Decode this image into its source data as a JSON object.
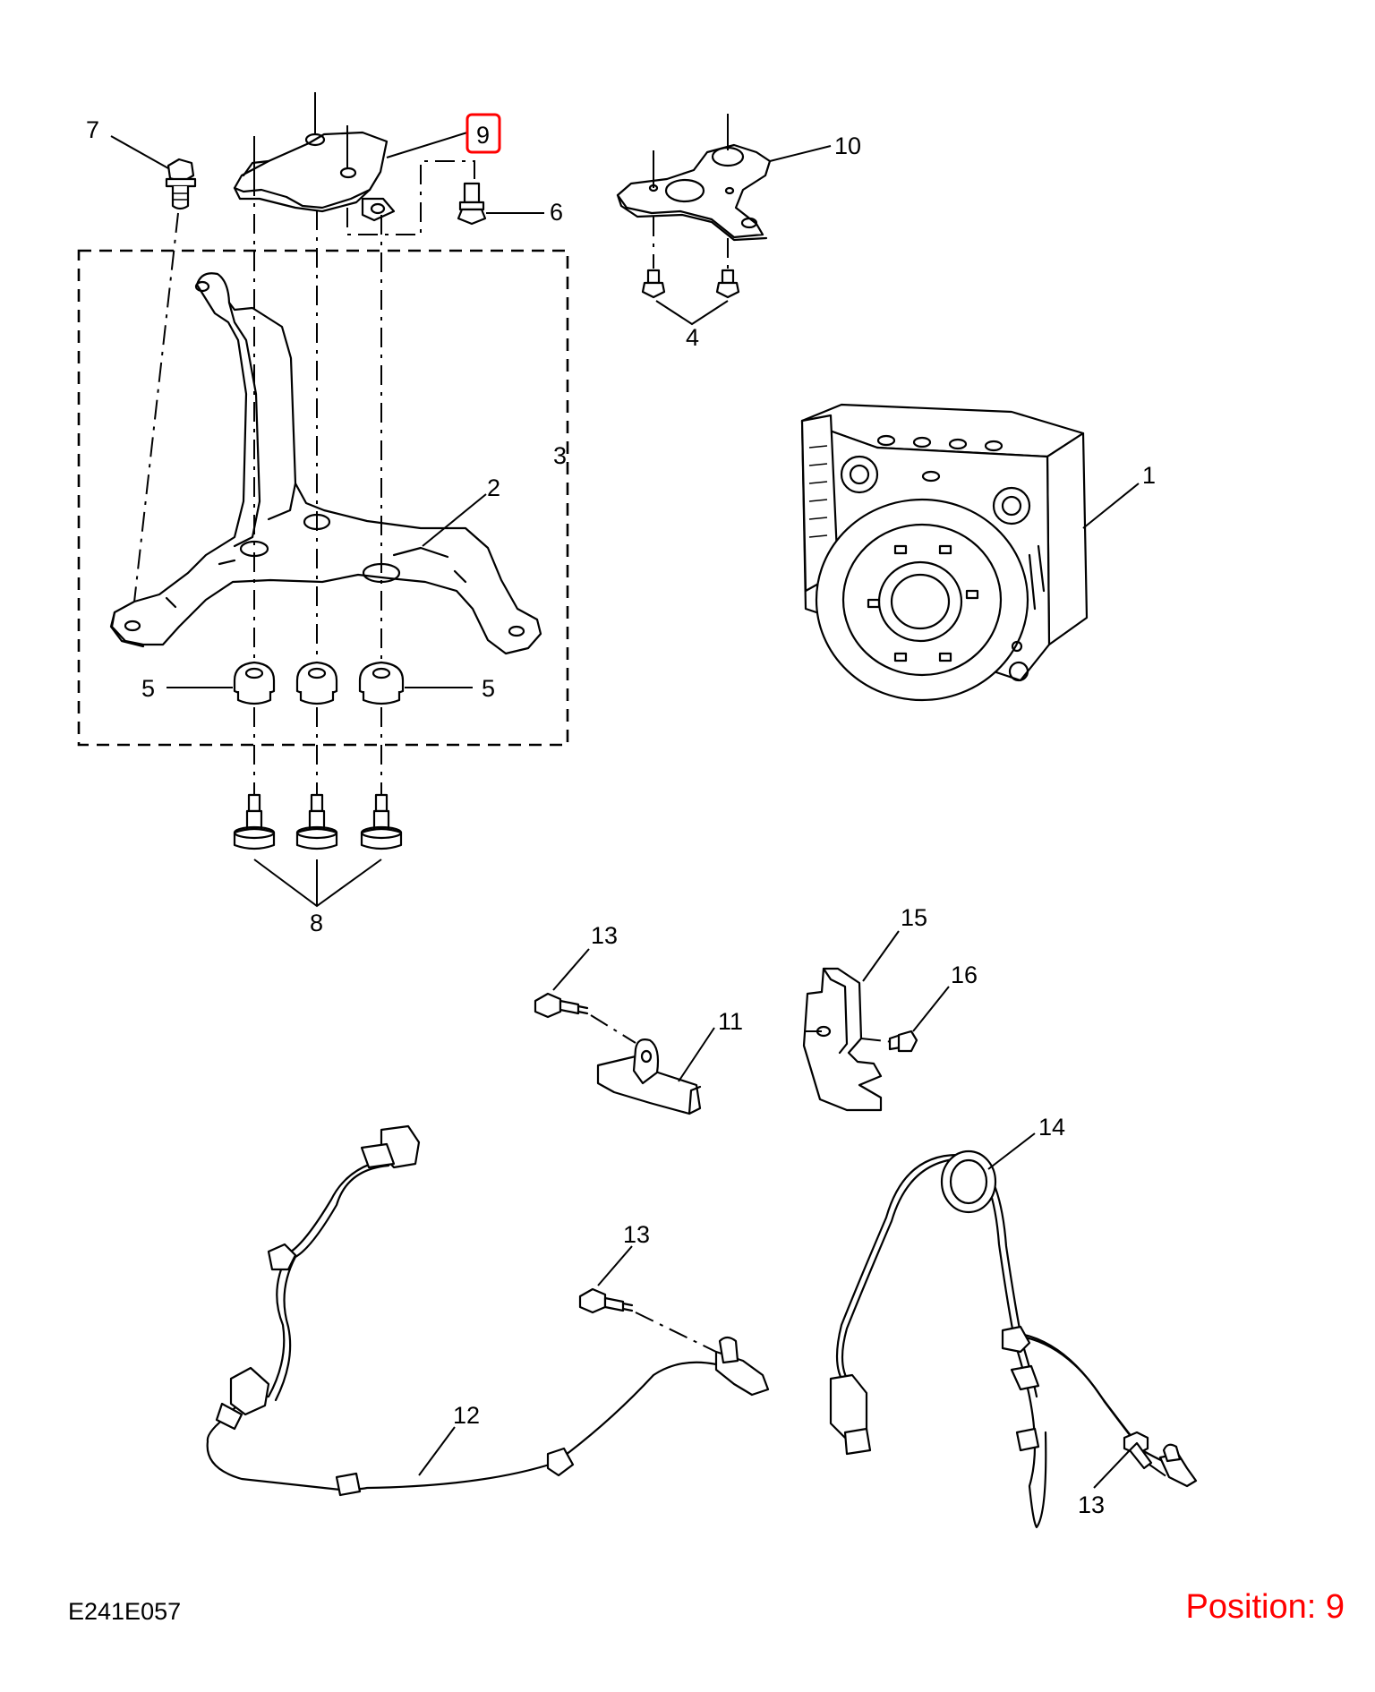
{
  "diagram": {
    "reference_code": "E241E057",
    "position_text": "Position: 9",
    "highlighted_callout": "9",
    "highlight_color": "#ff0000",
    "callouts": [
      {
        "id": "c1",
        "label": "1"
      },
      {
        "id": "c2",
        "label": "2"
      },
      {
        "id": "c3",
        "label": "3"
      },
      {
        "id": "c4",
        "label": "4"
      },
      {
        "id": "c5a",
        "label": "5"
      },
      {
        "id": "c5b",
        "label": "5"
      },
      {
        "id": "c6",
        "label": "6"
      },
      {
        "id": "c7",
        "label": "7"
      },
      {
        "id": "c8",
        "label": "8"
      },
      {
        "id": "c9",
        "label": "9"
      },
      {
        "id": "c10",
        "label": "10"
      },
      {
        "id": "c11",
        "label": "11"
      },
      {
        "id": "c12",
        "label": "12"
      },
      {
        "id": "c13a",
        "label": "13"
      },
      {
        "id": "c13b",
        "label": "13"
      },
      {
        "id": "c13c",
        "label": "13"
      },
      {
        "id": "c14",
        "label": "14"
      },
      {
        "id": "c15",
        "label": "15"
      },
      {
        "id": "c16",
        "label": "16"
      }
    ]
  }
}
